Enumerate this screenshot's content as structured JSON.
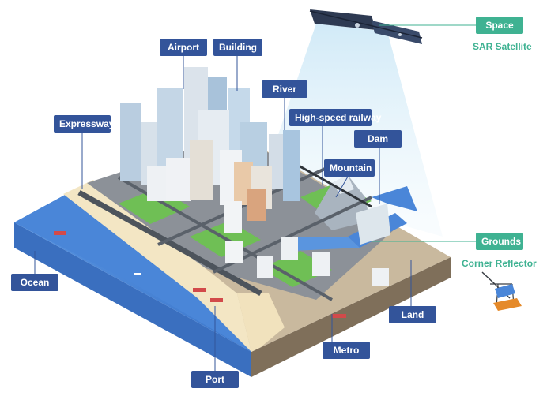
{
  "labels": {
    "airport": "Airport",
    "building": "Building",
    "river": "River",
    "railway": "High-speed railway",
    "expressway": "Expressway",
    "dam": "Dam",
    "mountain": "Mountain",
    "ocean": "Ocean",
    "land": "Land",
    "metro": "Metro",
    "port": "Port",
    "space": "Space",
    "grounds": "Grounds"
  },
  "captions": {
    "satellite": "SAR Satellite",
    "reflector": "Corner Reflector"
  },
  "colors": {
    "label_bg": "#33549a",
    "accent_green": "#3fb292",
    "ocean": "#4a86d8",
    "sand": "#f3e6c4",
    "land": "#c8b9a0"
  }
}
